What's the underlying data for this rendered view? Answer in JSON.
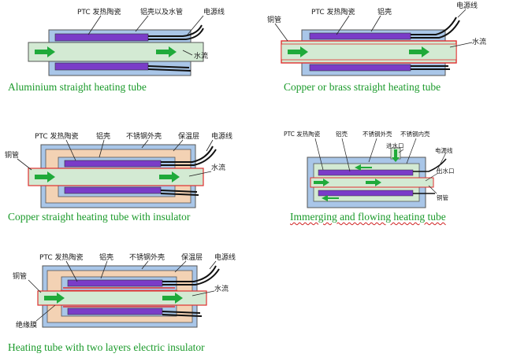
{
  "colors": {
    "aluminium_shell": "#a9c6e8",
    "ptc_ceramic": "#7a3cc8",
    "water_tube": "#d3ead3",
    "copper_line": "#e03030",
    "insulator": "#f3d2b4",
    "stainless": "#a9c6e8",
    "flow_arrow": "#1faa3a",
    "caption": "#1a9a2a"
  },
  "panel1": {
    "labels": {
      "ptc": "PTC 发热陶瓷",
      "shell": "铝壳以及水管",
      "wire": "电源线",
      "water": "水流"
    },
    "caption": "Aluminium straight heating tube"
  },
  "panel2": {
    "labels": {
      "copper": "铜管",
      "ptc": "PTC 发热陶瓷",
      "shell": "铝壳",
      "wire": "电源线",
      "water": "水流"
    },
    "caption": "Copper or brass straight heating tube"
  },
  "panel3": {
    "labels": {
      "copper": "铜管",
      "ptc": "PTC 发热陶瓷",
      "shell": "铝壳",
      "stainless": "不锈钢外壳",
      "insulation": "保温层",
      "wire": "电源线",
      "water": "水流"
    },
    "caption": "Copper straight heating tube with insulator"
  },
  "panel4": {
    "labels": {
      "ptc": "PTC 发热陶瓷",
      "shell": "铝壳",
      "outer": "不锈钢外壳",
      "inner": "不锈钢内壳",
      "inlet": "进水口",
      "wire": "电源线",
      "outlet": "出水口",
      "copper": "铜管"
    },
    "caption": "Immerging and flowing heating tube"
  },
  "panel5": {
    "labels": {
      "copper": "铜管",
      "ptc": "PTC 发热陶瓷",
      "shell": "铝壳",
      "stainless": "不锈钢外壳",
      "insulation": "保温层",
      "wire": "电源线",
      "water": "水流",
      "film": "绝缘膜"
    },
    "caption": "Heating tube with two layers electric insulator"
  }
}
